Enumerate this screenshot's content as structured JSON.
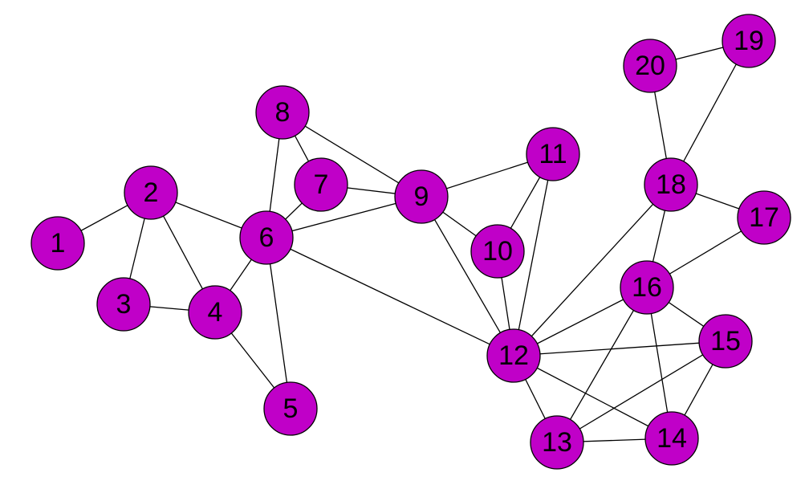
{
  "graph": {
    "node_color": "#c000c8",
    "edge_color": "#000000",
    "nodes": [
      "1",
      "2",
      "3",
      "4",
      "5",
      "6",
      "7",
      "8",
      "9",
      "10",
      "11",
      "12",
      "13",
      "14",
      "15",
      "16",
      "17",
      "18",
      "19",
      "20"
    ],
    "edges": [
      [
        "1",
        "2"
      ],
      [
        "2",
        "3"
      ],
      [
        "2",
        "4"
      ],
      [
        "2",
        "6"
      ],
      [
        "3",
        "4"
      ],
      [
        "4",
        "5"
      ],
      [
        "4",
        "6"
      ],
      [
        "5",
        "6"
      ],
      [
        "6",
        "7"
      ],
      [
        "6",
        "8"
      ],
      [
        "6",
        "9"
      ],
      [
        "6",
        "12"
      ],
      [
        "7",
        "8"
      ],
      [
        "7",
        "9"
      ],
      [
        "8",
        "9"
      ],
      [
        "9",
        "10"
      ],
      [
        "9",
        "11"
      ],
      [
        "9",
        "12"
      ],
      [
        "10",
        "11"
      ],
      [
        "10",
        "12"
      ],
      [
        "11",
        "12"
      ],
      [
        "12",
        "13"
      ],
      [
        "12",
        "14"
      ],
      [
        "12",
        "15"
      ],
      [
        "12",
        "16"
      ],
      [
        "12",
        "18"
      ],
      [
        "13",
        "14"
      ],
      [
        "13",
        "15"
      ],
      [
        "13",
        "16"
      ],
      [
        "14",
        "15"
      ],
      [
        "14",
        "16"
      ],
      [
        "15",
        "16"
      ],
      [
        "16",
        "17"
      ],
      [
        "16",
        "18"
      ],
      [
        "17",
        "18"
      ],
      [
        "18",
        "19"
      ],
      [
        "18",
        "20"
      ],
      [
        "19",
        "20"
      ]
    ]
  }
}
